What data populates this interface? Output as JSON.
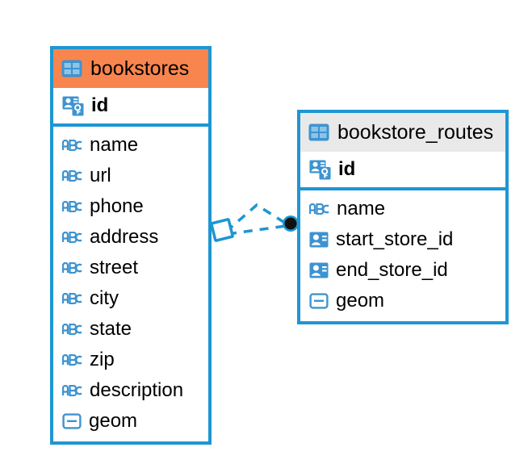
{
  "diagram": {
    "type": "entity-relationship-diagram",
    "colors": {
      "border_blue": "#1e96d2",
      "header_highlight_orange": "#f9854e",
      "header_default_grey": "#e9e9e9",
      "icon_blue": "#3d93d0",
      "text_black": "#000000",
      "canvas_white": "#ffffff"
    },
    "entities": [
      {
        "id": "bookstores",
        "name": "bookstores",
        "header_icon": "table-icon",
        "header_style": "accent-orange",
        "primary_key": {
          "label": "id",
          "icon": "primary-key-icon",
          "type": "pk"
        },
        "fields": [
          {
            "label": "name",
            "icon": "text-abc-icon",
            "type": "text"
          },
          {
            "label": "url",
            "icon": "text-abc-icon",
            "type": "text"
          },
          {
            "label": "phone",
            "icon": "text-abc-icon",
            "type": "text"
          },
          {
            "label": "address",
            "icon": "text-abc-icon",
            "type": "text"
          },
          {
            "label": "street",
            "icon": "text-abc-icon",
            "type": "text"
          },
          {
            "label": "city",
            "icon": "text-abc-icon",
            "type": "text"
          },
          {
            "label": "state",
            "icon": "text-abc-icon",
            "type": "text"
          },
          {
            "label": "zip",
            "icon": "text-abc-icon",
            "type": "text"
          },
          {
            "label": "description",
            "icon": "text-abc-icon",
            "type": "text"
          },
          {
            "label": "geom",
            "icon": "geometry-icon",
            "type": "geometry"
          }
        ]
      },
      {
        "id": "bookstore_routes",
        "name": "bookstore_routes",
        "header_icon": "table-icon",
        "header_style": "accent-grey",
        "primary_key": {
          "label": "id",
          "icon": "primary-key-icon",
          "type": "pk"
        },
        "fields": [
          {
            "label": "name",
            "icon": "text-abc-icon",
            "type": "text"
          },
          {
            "label": "start_store_id",
            "icon": "foreign-key-icon",
            "type": "fk"
          },
          {
            "label": "end_store_id",
            "icon": "foreign-key-icon",
            "type": "fk"
          },
          {
            "label": "geom",
            "icon": "geometry-icon",
            "type": "geometry"
          }
        ]
      }
    ],
    "relationship": {
      "source_entity": "bookstores",
      "target_entity": "bookstore_routes",
      "line_style": "dashed",
      "source_endpoint_icon": "diamond-endpoint-icon",
      "target_endpoint_icon": "filled-circle-endpoint-icon",
      "branches": 2
    }
  }
}
